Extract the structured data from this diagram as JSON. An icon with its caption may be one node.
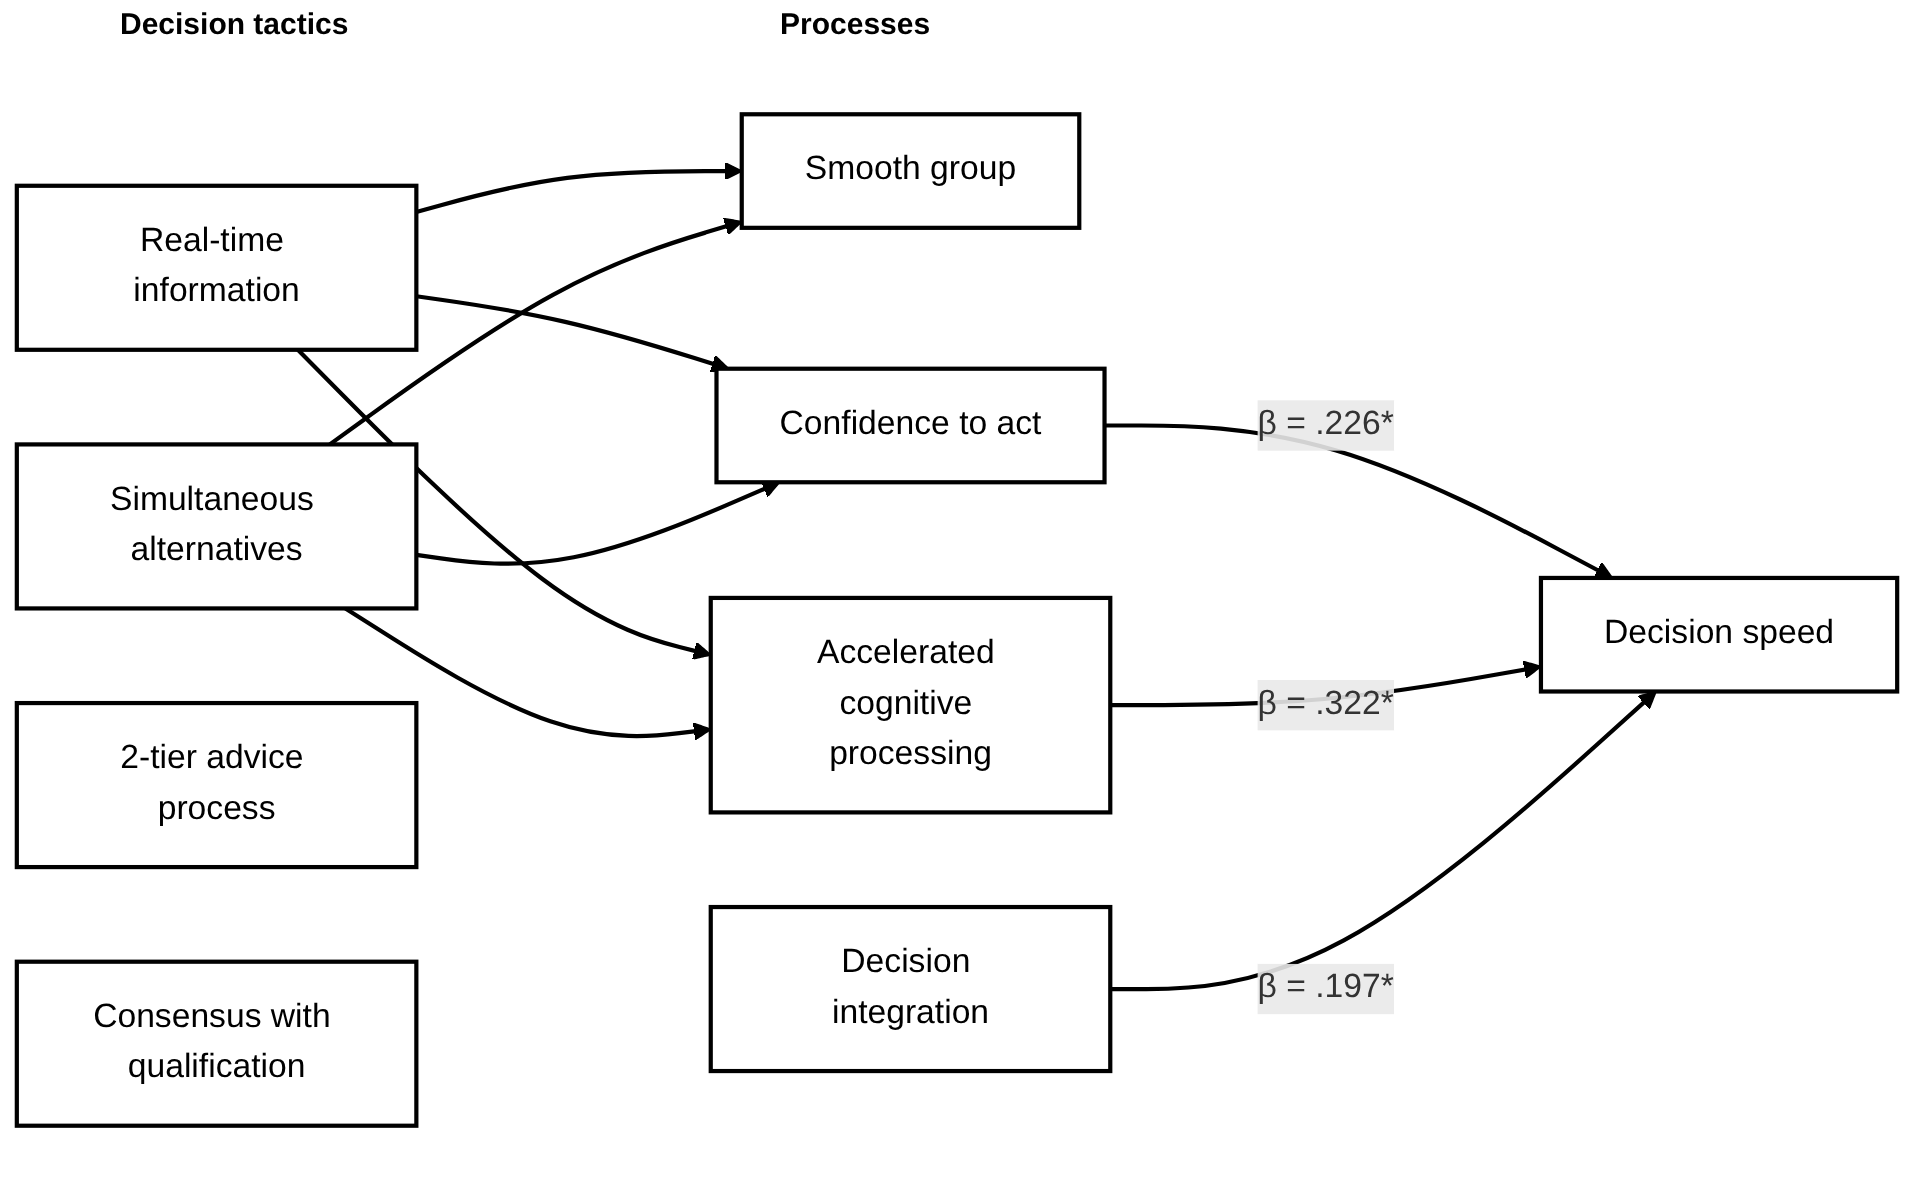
{
  "diagram": {
    "nodes": [
      {
        "text": [
          "Real-time information"
        ]
      },
      {
        "text": [
          "Simultaneous alternatives"
        ]
      },
      {
        "text": [
          "2-tier advice process"
        ]
      },
      {
        "text": [
          "Consensus with qualification"
        ]
      },
      {
        "text": [
          "Smooth group"
        ]
      },
      {
        "text": [
          "Confidence to act"
        ]
      },
      {
        "text": [
          "Accelerated cognitive processing"
        ]
      },
      {
        "text": [
          "Decision integration"
        ]
      },
      {
        "text": [
          "Decision speed"
        ]
      }
    ],
    "edges": [
      {
        "from": 0,
        "to": 4,
        "arrow": "to"
      },
      {
        "from": 1,
        "to": 4,
        "arrow": "to"
      },
      {
        "from": 0,
        "to": 5,
        "arrow": "to"
      },
      {
        "from": 1,
        "to": 5,
        "arrow": "to"
      },
      {
        "from": 0,
        "to": 6,
        "arrow": "to"
      },
      {
        "from": 1,
        "to": 6,
        "arrow": "to"
      },
      {
        "from": 5,
        "to": 8,
        "label": "β = .226*",
        "arrow": "to"
      },
      {
        "from": 6,
        "to": 8,
        "label": "β = .322*",
        "arrow": "to"
      },
      {
        "from": 7,
        "to": 8,
        "label": "β = .197*",
        "arrow": "to"
      }
    ],
    "labels": [
      "Decision tactics",
      "Processes"
    ]
  }
}
